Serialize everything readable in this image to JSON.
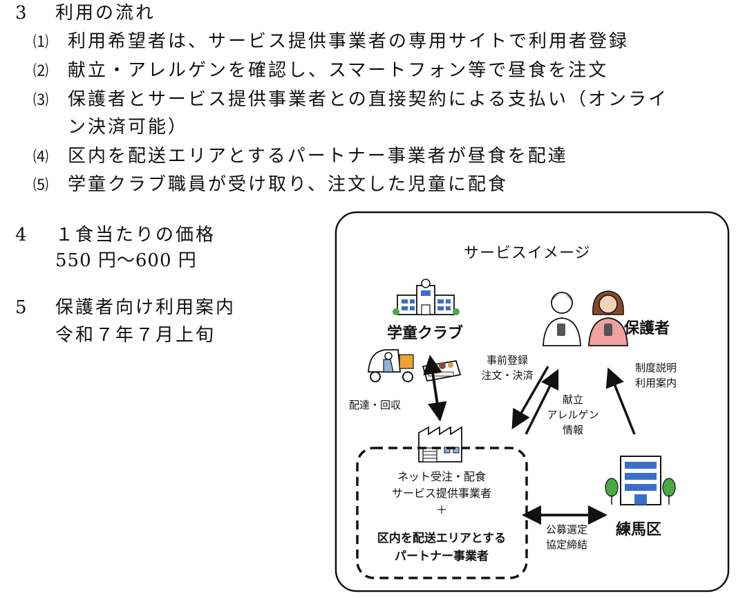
{
  "sections": {
    "flow": {
      "number": "3",
      "title": "利用の流れ",
      "items": [
        {
          "num": "⑴",
          "text": "利用希望者は、サービス提供事業者の専用サイトで利用者登録"
        },
        {
          "num": "⑵",
          "text": "献立・アレルゲンを確認し、スマートフォン等で昼食を注文"
        },
        {
          "num": "⑶",
          "text": "保護者とサービス提供事業者との直接契約による支払い（オンライ",
          "cont": "ン決済可能）"
        },
        {
          "num": "⑷",
          "text": "区内を配送エリアとするパートナー事業者が昼食を配達"
        },
        {
          "num": "⑸",
          "text": "学童クラブ職員が受け取り、注文した児童に配食"
        }
      ]
    },
    "price": {
      "number": "4",
      "title": "１食当たりの価格",
      "value": "550 円～600 円"
    },
    "guide": {
      "number": "5",
      "title": "保護者向け利用案内",
      "value": "令和７年７月上旬"
    }
  },
  "diagram": {
    "title": "サービスイメージ",
    "club_label": "学童クラブ",
    "guardian_label": "保護者",
    "ward_label": "練馬区",
    "delivery_label": "配達・回収",
    "registration_lines": [
      "事前登録",
      "注文・決済"
    ],
    "menu_lines": [
      "献立",
      "アレルゲン",
      "情報"
    ],
    "system_lines": [
      "制度説明",
      "利用案内"
    ],
    "selection_lines": [
      "公募選定",
      "協定締結"
    ],
    "provider_lines": [
      "ネット受注・配食",
      "サービス提供事業者"
    ],
    "plus": "＋",
    "partner_lines": [
      "区内を配送エリアとする",
      "パートナー事業者"
    ]
  },
  "colors": {
    "stroke": "#111111",
    "building_blue": "#3a6fc9",
    "tree_green": "#4aa845",
    "skin": "#f3d2b8",
    "pink": "#f2a0a0",
    "hair_brown": "#8a4a2a",
    "box_orange": "#f0a030"
  }
}
